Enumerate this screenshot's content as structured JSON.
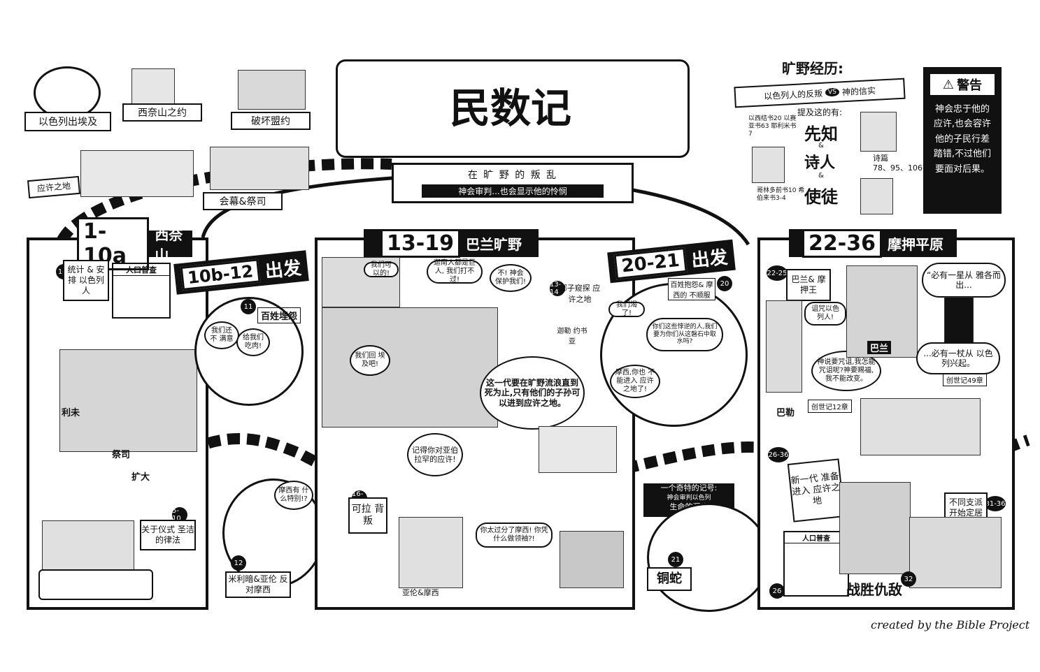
{
  "title": "民数记",
  "subtitle": {
    "line1": "在 旷 野 的 叛 乱",
    "line2": "神会审判...也会显示他的怜悯"
  },
  "top_left": {
    "egypt": "以色列出埃及",
    "sinai_covenant": "西奈山之约",
    "break_covenant": "破坏盟约",
    "tabernacle": "会幕&祭司",
    "signpost": "应许之地"
  },
  "wilderness": {
    "heading": "旷野经历:",
    "ribbon_left": "以色列人的反叛",
    "ribbon_vs": "VS",
    "ribbon_right": "神的信实",
    "mentioned": "提及这的有:",
    "prophets": "先知",
    "poets": "诗人",
    "apostles": "使徒",
    "psalms_label": "诗篇",
    "psalms_numbers": "78、95、106",
    "left_note": "以西结书20 以赛亚书63 耶利米书7",
    "bottom_note": "哥林多前书10 希伯来书3-4",
    "amp1": "&",
    "amp2": "&"
  },
  "warning": {
    "title": "警告",
    "body": "神会忠于他的应许,也会容许他的子民行差踏错,不过他们要面对后果。"
  },
  "panel1": {
    "num": "1-10a",
    "place": "西奈山",
    "badge_census": "1-4",
    "census_text": "统计 & 安排 以色列人",
    "census_scroll": "人口普查",
    "camp_levites": "利未",
    "camp_priests": "祭司",
    "camp_expand": "扩大",
    "badge_law": "5-10",
    "law_text": "关于仪式 圣洁的律法"
  },
  "depart1": {
    "num": "10b-12",
    "word": "出发"
  },
  "complain": {
    "badge": "11",
    "title": "百姓埋怨",
    "bubble1": "我们还不 满意",
    "bubble2": "给我们 吃肉!"
  },
  "miriam": {
    "badge": "12",
    "bubble": "摩西有 什么特别!?",
    "caption": "米利暗&亚伦 反对摩西"
  },
  "panel2": {
    "num": "13-19",
    "place": "巴兰旷野",
    "bubble_spies": "我们可以的!",
    "bubble_giants": "迦南人都是巨人, 我们打不过!",
    "bubble_stone": "不! 神会 保护我们!",
    "badge_promise": "13-14",
    "promise_text": "挪子窥探 应许之地",
    "label_joshua": "迦勒 约书亚",
    "bubble_return": "我们回 埃及吧!",
    "bubble_judgement": "这一代要在旷野流浪直到死为止,只有他们的子孙可以进到应许之地。",
    "bubble_remember": "记得你对亚伯拉罕的应许!",
    "badge_korah": "16-17",
    "korah_text": "可拉 背叛",
    "bubble_aaron": "你太过分了摩西! 你凭什么做领袖?!",
    "caption_aaron": "亚伦&摩西"
  },
  "depart2": {
    "num": "20-21",
    "word": "出发"
  },
  "grumble": {
    "badge": "20",
    "text": "百姓抱怨& 摩西的 不顺服",
    "bubble1": "我们渴了!",
    "bubble2": "你们这些悖逆的人,我们要为你们从这磐石中取水吗?",
    "bubble3": "摩西,你也 不能进入 应许之地了!"
  },
  "snake": {
    "sign_title": "一个奇特的记号:",
    "sign_sub": "神会审判以色列",
    "sign_end": "生命的源头",
    "badge": "21",
    "caption": "铜蛇"
  },
  "panel3": {
    "num": "22-36",
    "place": "摩押平原",
    "badge_balaam": "22-25",
    "balaam_text": "巴兰& 摩押王",
    "bubble_curse": "诅咒以色列人!",
    "bubble_donkey": "神说要咒诅,我怎能咒诅呢?神要赐福,我不能改变。",
    "balaam_name": "巴兰",
    "balak_name": "巴勒",
    "gen_ref1": "创世记12章",
    "star_bubble": "“必有一星从 雅各而出...",
    "star_bubble2": "...必有一杖从 以色列兴起。",
    "gen_ref2": "创世记49章",
    "badge_newgen": "26-36",
    "newgen_text": "新一代 准备进入 应许之地",
    "badge_tribes": "31-36",
    "tribes_text": "不同支派 开始定居",
    "census_scroll": "人口普查",
    "badge_26": "26",
    "badge_32": "32",
    "victory": "战胜仇敌"
  },
  "credit": "created by the Bible Project"
}
